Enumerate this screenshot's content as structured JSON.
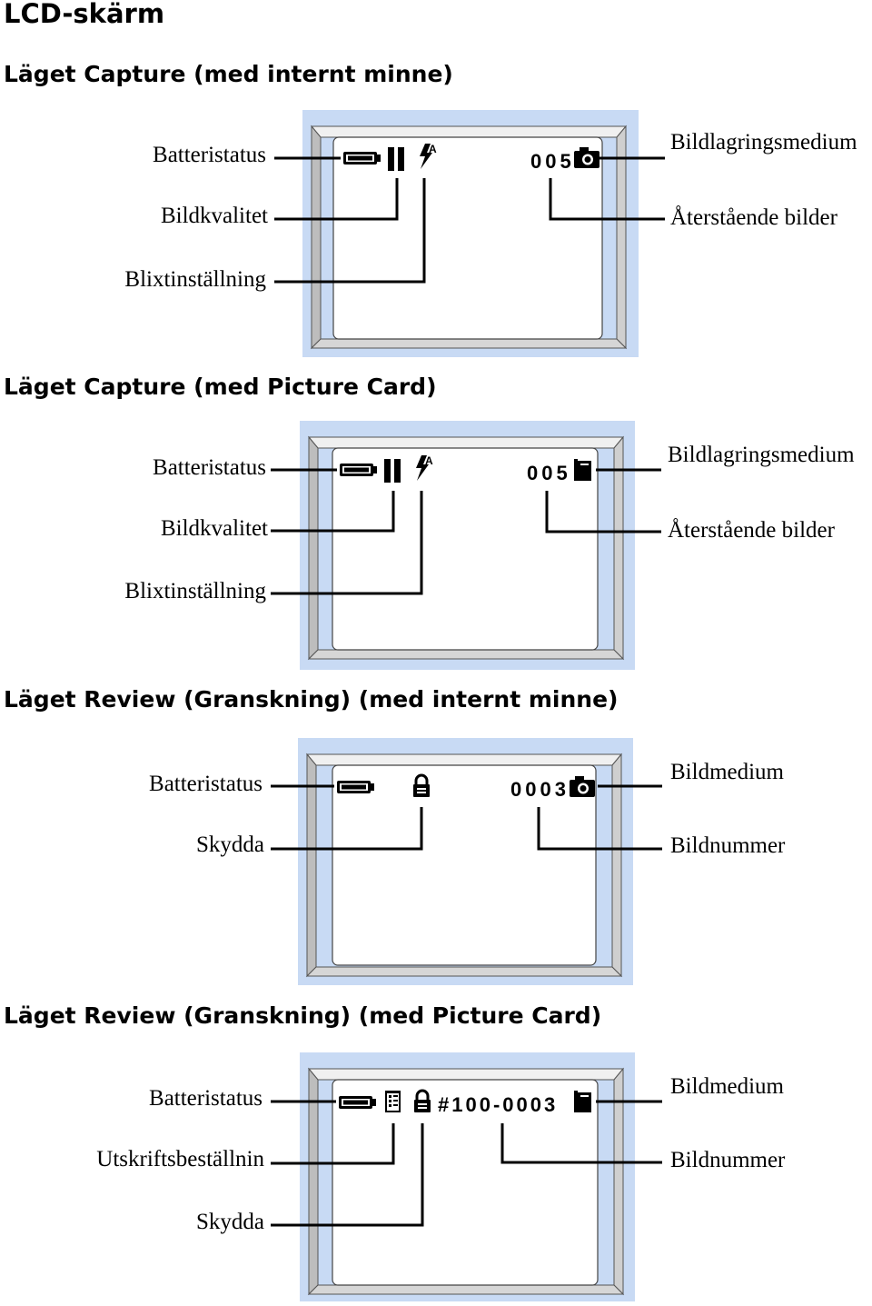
{
  "page_title": "LCD-skärm",
  "sections": [
    {
      "title": "Läget Capture (med internt minne)",
      "labels_left": [
        "Batteristatus",
        "Bildkvalitet",
        "Blixtinställning"
      ],
      "labels_right": [
        "Bildlagringsmedium",
        "Återstående bilder"
      ],
      "counter": "005",
      "icons": [
        "battery-icon",
        "quality-icon",
        "flash-auto-icon",
        "camera-icon"
      ]
    },
    {
      "title": "Läget Capture (med Picture Card)",
      "labels_left": [
        "Batteristatus",
        "Bildkvalitet",
        "Blixtinställning"
      ],
      "labels_right": [
        "Bildlagringsmedium",
        "Återstående bilder"
      ],
      "counter": "005",
      "icons": [
        "battery-icon",
        "quality-icon",
        "flash-auto-icon",
        "picture-card-icon"
      ]
    },
    {
      "title": "Läget Review (Granskning) (med internt minne)",
      "labels_left": [
        "Batteristatus",
        "Skydda"
      ],
      "labels_right": [
        "Bildmedium",
        "Bildnummer"
      ],
      "counter": "0003",
      "icons": [
        "battery-icon",
        "lock-icon",
        "camera-icon"
      ]
    },
    {
      "title": "Läget Review (Granskning) (med Picture Card)",
      "labels_left": [
        "Batteristatus",
        "Utskriftsbeställnin",
        "Skydda"
      ],
      "labels_right": [
        "Bildmedium",
        "Bildnummer"
      ],
      "counter": "#100-0003",
      "icons": [
        "battery-icon",
        "print-order-icon",
        "lock-icon",
        "picture-card-icon"
      ]
    }
  ],
  "colors": {
    "frame_bg": "#c8daf4",
    "bezel_light": "#f2f2f2",
    "bezel_dark": "#a9a9a9",
    "screen": "#ffffff"
  }
}
